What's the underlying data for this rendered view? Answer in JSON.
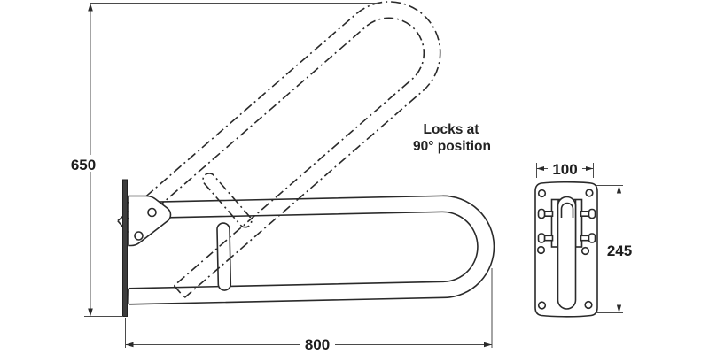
{
  "diagram": {
    "kind": "technical-drawing",
    "annotation": {
      "line1": "Locks at",
      "line2": "90° position"
    },
    "dimensions": {
      "height_mm": "650",
      "length_mm": "800",
      "plate_width_mm": "100",
      "plate_height_mm": "245"
    },
    "colors": {
      "line": "#2a2a2a",
      "dimension_line": "#4a4a4a",
      "wall_plate_fill": "#3d3d3d",
      "background": "#ffffff"
    }
  }
}
